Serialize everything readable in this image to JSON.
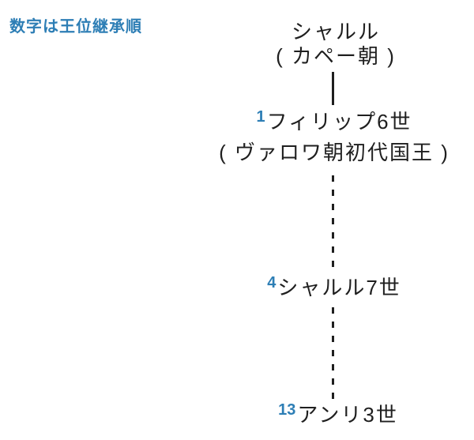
{
  "colors": {
    "accent_blue": "#2d7eb5",
    "text": "#1f1f1f",
    "background": "#ffffff"
  },
  "diagram": {
    "legend": "数字は王位継承順",
    "nodes": [
      {
        "id": "charles-capet",
        "name": "シャルル",
        "subtitle": "( カペー朝 )"
      },
      {
        "id": "philippe-6",
        "succession_number": "1",
        "name": "フィリップ6世",
        "subtitle": "( ヴァロワ朝初代国王 )"
      },
      {
        "id": "charles-7",
        "succession_number": "4",
        "name": "シャルル7世"
      },
      {
        "id": "henri-3",
        "succession_number": "13",
        "name": "アンリ3世"
      }
    ],
    "connectors": [
      {
        "from": "charles-capet",
        "to": "philippe-6",
        "style": "solid"
      },
      {
        "from": "philippe-6",
        "to": "charles-7",
        "style": "dashed"
      },
      {
        "from": "charles-7",
        "to": "henri-3",
        "style": "dashed"
      }
    ]
  }
}
